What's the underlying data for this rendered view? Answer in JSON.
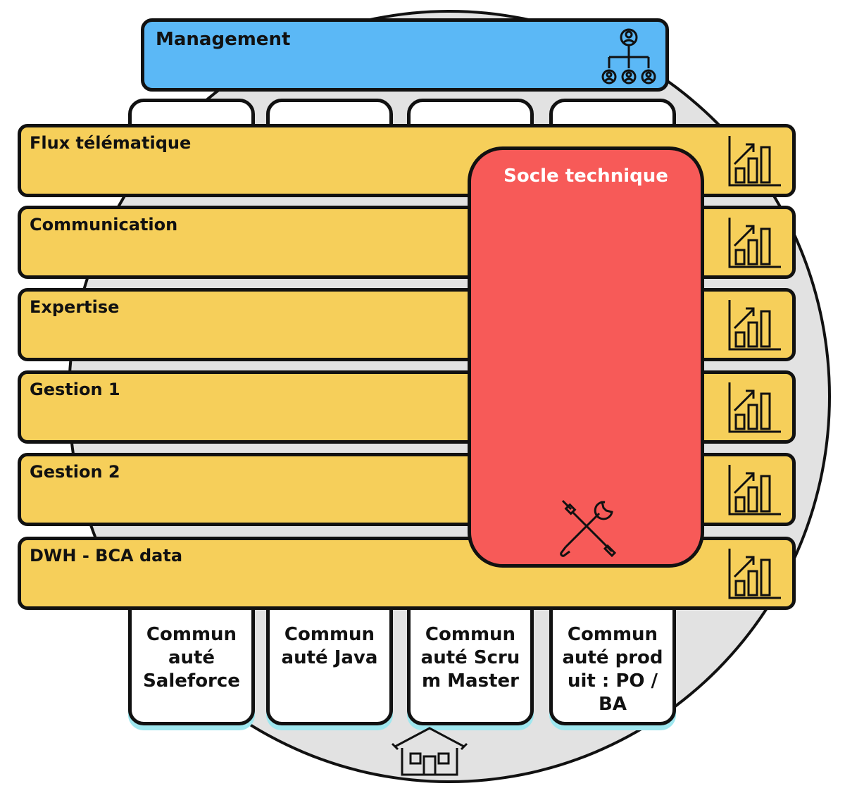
{
  "management": {
    "title": "Management",
    "icon": "org-chart-icon"
  },
  "socle": {
    "title": "Socle technique",
    "icon": "tools-icon"
  },
  "rows": [
    {
      "label": "Flux télématique",
      "icon": "growth-chart-icon"
    },
    {
      "label": "Communication",
      "icon": "growth-chart-icon"
    },
    {
      "label": "Expertise",
      "icon": "growth-chart-icon"
    },
    {
      "label": "Gestion 1",
      "icon": "growth-chart-icon"
    },
    {
      "label": "Gestion 2",
      "icon": "growth-chart-icon"
    },
    {
      "label": "DWH - BCA data",
      "icon": "growth-chart-icon"
    }
  ],
  "communities": [
    {
      "lines": [
        "Commun",
        "auté",
        "Saleforce"
      ]
    },
    {
      "lines": [
        "Commun",
        "auté Java"
      ]
    },
    {
      "lines": [
        "Commun",
        "auté Scru",
        "m Master"
      ]
    },
    {
      "lines": [
        "Commun",
        "auté prod",
        "uit : PO /",
        "BA"
      ]
    }
  ],
  "footer_icon": "house-icon",
  "colors": {
    "management": "#5bb8f6",
    "rows": "#f6cf5a",
    "socle": "#f75a58",
    "circle": "#e2e2e2",
    "column_shadow": "#9fe7ef"
  }
}
